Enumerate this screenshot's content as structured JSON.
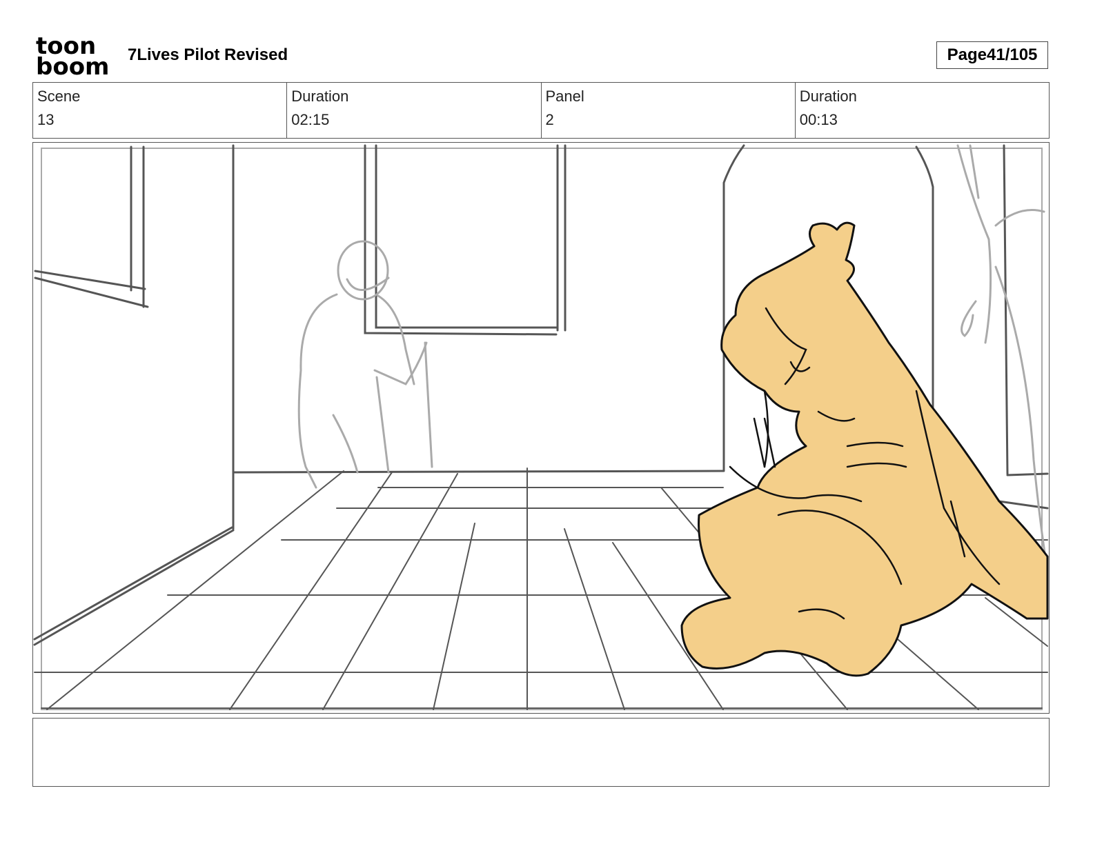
{
  "header": {
    "logo": {
      "line1": "toon",
      "line2": "boom"
    },
    "title": "7Lives Pilot Revised",
    "page_label": "Page",
    "page_value": "41/105"
  },
  "info": {
    "scene_label": "Scene",
    "scene_value": "13",
    "duration_label": "Duration",
    "duration_value": "02:15",
    "panel_label": "Panel",
    "panel_value": "2",
    "panel_duration_label": "Duration",
    "panel_duration_value": "00:13"
  },
  "colors": {
    "character_fill": "#F4CF8A",
    "sketch_line": "#555555",
    "faint_line": "#aaaaaa"
  },
  "notes": {
    "text": ""
  }
}
